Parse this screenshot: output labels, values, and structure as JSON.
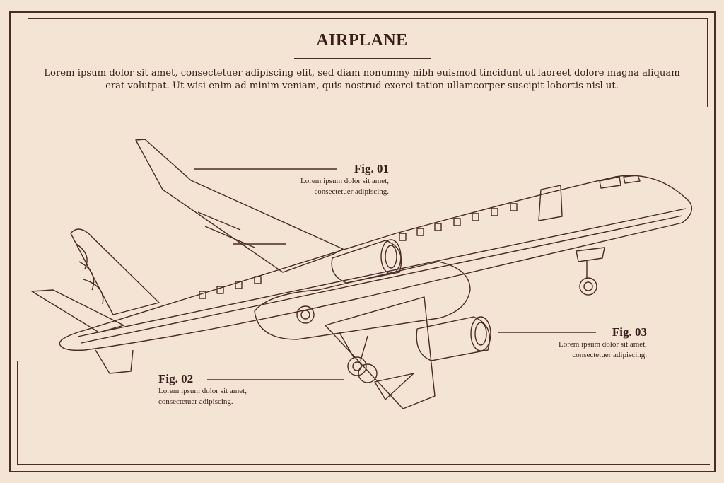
{
  "title": "AIRPLANE",
  "intro": "Lorem ipsum dolor sit amet, consectetuer adipiscing elit, sed diam nonummy nibh euismod tincidunt ut laoreet dolore magna aliquam erat volutpat. Ut wisi enim ad minim veniam, quis nostrud exerci tation ullamcorper suscipit lobortis nisl ut.",
  "figures": [
    {
      "label": "Fig. 01",
      "line1": "Lorem ipsum dolor sit amet,",
      "line2": "consectetuer adipiscing."
    },
    {
      "label": "Fig. 02",
      "line1": "Lorem ipsum dolor sit amet,",
      "line2": "consectetuer adipiscing."
    },
    {
      "label": "Fig. 03",
      "line1": "Lorem ipsum dolor sit amet,",
      "line2": "consectetuer adipiscing."
    }
  ],
  "colors": {
    "background": "#f3e4d4",
    "ink": "#4a2b27"
  }
}
